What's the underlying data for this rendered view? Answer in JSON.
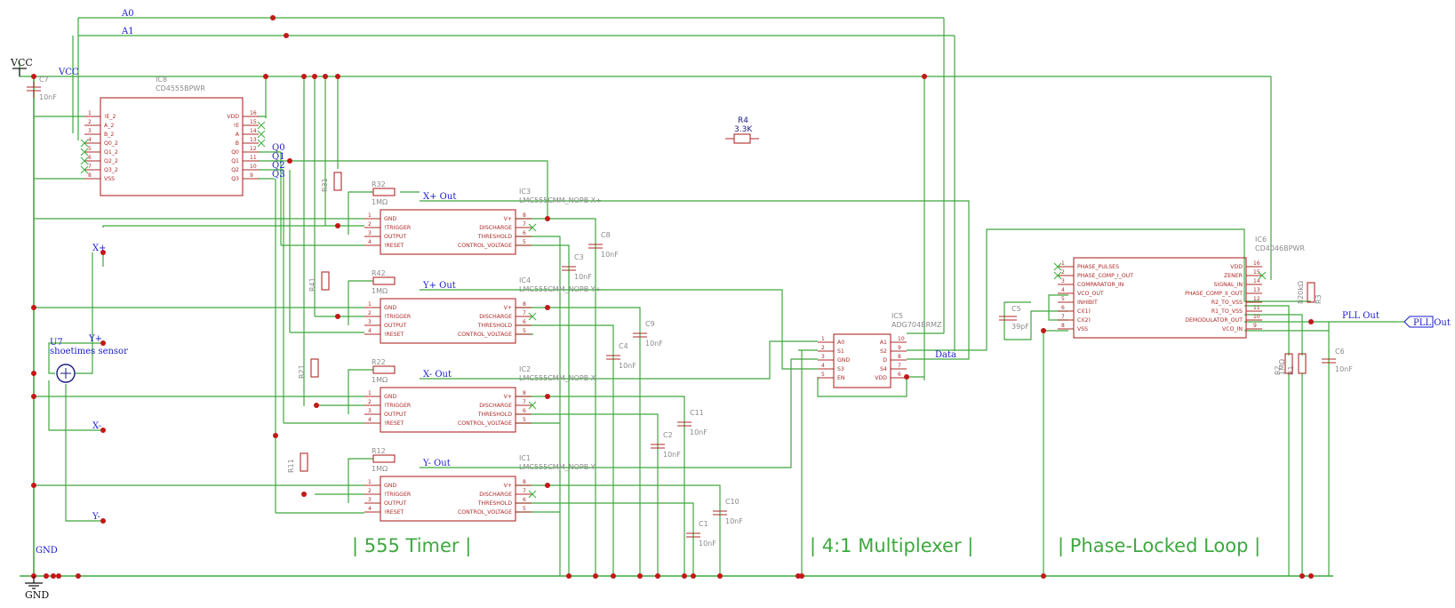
{
  "sections": {
    "timer": "| 555 Timer |",
    "mux": "| 4:1 Multiplexer |",
    "pll": "| Phase-Locked Loop |"
  },
  "power": {
    "vcc": "VCC",
    "gnd": "GND"
  },
  "nets": {
    "a0": "A0",
    "a1": "A1",
    "vcc": "VCC",
    "q0": "Q0",
    "q1": "Q1",
    "q2": "Q2",
    "q3": "Q3",
    "xplus_out": "X+ Out",
    "yplus_out": "Y+ Out",
    "xminus_out": "X- Out",
    "yminus_out": "Y- Out",
    "xplus": "X+",
    "yplus": "Y+",
    "xminus": "X-",
    "yminus": "Y-",
    "data": "Data",
    "pll_out": "PLL Out",
    "gnd": "GND"
  },
  "port": {
    "label": "PLL Out"
  },
  "u7": {
    "ref": "U7",
    "value": "shoetimes sensor"
  },
  "r4": {
    "ref": "R4",
    "value": "3.3K"
  },
  "ic8": {
    "ref": "IC8",
    "value": "CD4555BPWR",
    "left_pins": [
      {
        "num": "1",
        "name": "!E_2"
      },
      {
        "num": "2",
        "name": "A_2"
      },
      {
        "num": "3",
        "name": "B_2"
      },
      {
        "num": "4",
        "name": "Q0_2"
      },
      {
        "num": "5",
        "name": "Q1_2"
      },
      {
        "num": "6",
        "name": "Q2_2"
      },
      {
        "num": "7",
        "name": "Q3_2"
      },
      {
        "num": "8",
        "name": "VSS"
      }
    ],
    "right_pins": [
      {
        "num": "16",
        "name": "VDD"
      },
      {
        "num": "15",
        "name": "!E"
      },
      {
        "num": "14",
        "name": "A"
      },
      {
        "num": "13",
        "name": "B"
      },
      {
        "num": "12",
        "name": "Q0"
      },
      {
        "num": "11",
        "name": "Q1"
      },
      {
        "num": "10",
        "name": "Q2"
      },
      {
        "num": "9",
        "name": "Q3"
      }
    ]
  },
  "timers": [
    {
      "ref": "IC3",
      "value": "LMC555CMM_NOPB X+",
      "r_ref": "R32",
      "r_val": "1MΩ",
      "r_vert": "R31",
      "cap1": "C3",
      "cap1_val": "10nF",
      "cap2": "C8",
      "cap2_val": "10nF"
    },
    {
      "ref": "IC4",
      "value": "LMC555CMM_NOPB Y+",
      "r_ref": "R42",
      "r_val": "1MΩ",
      "r_vert": "R41",
      "cap1": "C4",
      "cap1_val": "10nF",
      "cap2": "C9",
      "cap2_val": "10nF"
    },
    {
      "ref": "IC2",
      "value": "LMC555CMM_NOPB X-",
      "r_ref": "R22",
      "r_val": "1MΩ",
      "r_vert": "R21",
      "cap1": "C2",
      "cap1_val": "10nF",
      "cap2": "C11",
      "cap2_val": "10nF"
    },
    {
      "ref": "IC1",
      "value": "LMC555CMM_NOPB Y-",
      "r_ref": "R12",
      "r_val": "1MΩ",
      "r_vert": "R11",
      "cap1": "C1",
      "cap1_val": "10nF",
      "cap2": "C10",
      "cap2_val": "10nF"
    }
  ],
  "timer_pins": {
    "left": [
      {
        "num": "1",
        "name": "GND"
      },
      {
        "num": "2",
        "name": "!TRIGGER"
      },
      {
        "num": "3",
        "name": "OUTPUT"
      },
      {
        "num": "4",
        "name": "!RESET"
      }
    ],
    "right": [
      {
        "num": "8",
        "name": "V+"
      },
      {
        "num": "7",
        "name": "DISCHARGE"
      },
      {
        "num": "6",
        "name": "THRESHOLD"
      },
      {
        "num": "5",
        "name": "CONTROL_VOLTAGE"
      }
    ]
  },
  "c7": {
    "ref": "C7",
    "value": "10nF"
  },
  "ic5": {
    "ref": "IC5",
    "value": "ADG704BRMZ",
    "left_pins": [
      {
        "num": "1",
        "name": "A0"
      },
      {
        "num": "2",
        "name": "S1"
      },
      {
        "num": "3",
        "name": "GND"
      },
      {
        "num": "4",
        "name": "S3"
      },
      {
        "num": "5",
        "name": "EN"
      }
    ],
    "right_pins": [
      {
        "num": "10",
        "name": "A1"
      },
      {
        "num": "9",
        "name": "S2"
      },
      {
        "num": "8",
        "name": "D"
      },
      {
        "num": "7",
        "name": "S4"
      },
      {
        "num": "6",
        "name": "VDD"
      }
    ]
  },
  "ic6": {
    "ref": "IC6",
    "value": "CD4046BPWR",
    "left_pins": [
      {
        "num": "1",
        "name": "PHASE_PULSES"
      },
      {
        "num": "2",
        "name": "PHASE_COMP_I_OUT"
      },
      {
        "num": "3",
        "name": "COMPARATOR_IN"
      },
      {
        "num": "4",
        "name": "VCO_OUT"
      },
      {
        "num": "5",
        "name": "INHIBIT"
      },
      {
        "num": "6",
        "name": "CI(1)"
      },
      {
        "num": "7",
        "name": "CI(2)"
      },
      {
        "num": "8",
        "name": "VSS"
      }
    ],
    "right_pins": [
      {
        "num": "16",
        "name": "VDD"
      },
      {
        "num": "15",
        "name": "ZENER"
      },
      {
        "num": "14",
        "name": "SIGNAL_IN"
      },
      {
        "num": "13",
        "name": "PHASE_COMP_II_OUT"
      },
      {
        "num": "12",
        "name": "R2_TO_VSS"
      },
      {
        "num": "11",
        "name": "R1_TO_VSS"
      },
      {
        "num": "10",
        "name": "DEMODULATOR_OUT"
      },
      {
        "num": "9",
        "name": "VCO_IN"
      }
    ]
  },
  "c5": {
    "ref": "C5",
    "value": "39pF"
  },
  "c6": {
    "ref": "C6",
    "value": "10nF"
  },
  "r1": {
    "ref": "R1",
    "value": "1MΩ"
  },
  "r2": {
    "ref": "R2",
    "value": ""
  },
  "r3": {
    "ref": "R3",
    "value": "820kΩ"
  }
}
